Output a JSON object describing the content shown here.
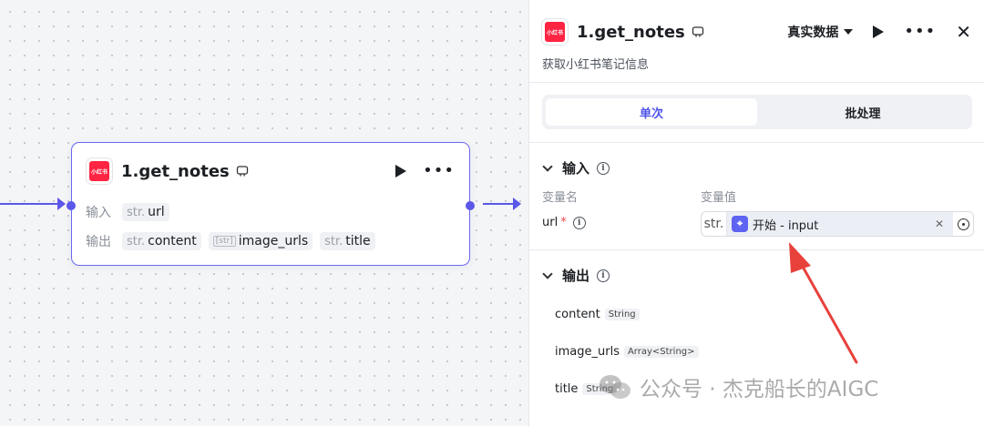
{
  "node": {
    "logo_text": "小红书",
    "title": "1.get_notes",
    "input_label": "输入",
    "output_label": "输出",
    "inputs": [
      {
        "type": "str.",
        "name": "url"
      }
    ],
    "outputs": [
      {
        "type": "str.",
        "name": "content"
      },
      {
        "type": "[str]",
        "name": "image_urls"
      },
      {
        "type": "str.",
        "name": "title"
      }
    ]
  },
  "panel": {
    "logo_text": "小红书",
    "title": "1.get_notes",
    "data_mode": "真实数据",
    "description": "获取小红书笔记信息",
    "tabs": [
      {
        "label": "单次",
        "active": true
      },
      {
        "label": "批处理",
        "active": false
      }
    ],
    "input_section": {
      "title": "输入",
      "col_name": "变量名",
      "col_value": "变量值",
      "param_name": "url",
      "required_mark": "*",
      "value_type": "str.",
      "value_ref": "开始 - input"
    },
    "output_section": {
      "title": "输出",
      "items": [
        {
          "name": "content",
          "type": "String"
        },
        {
          "name": "image_urls",
          "type": "Array<String>"
        },
        {
          "name": "title",
          "type": "String"
        }
      ]
    }
  },
  "watermark": {
    "text": "公众号 · 杰克船长的AIGC"
  },
  "colors": {
    "accent": "#4d53e8",
    "edge": "#5b57e8",
    "annotation_arrow": "#e8413c",
    "logo": "#ff2442"
  }
}
